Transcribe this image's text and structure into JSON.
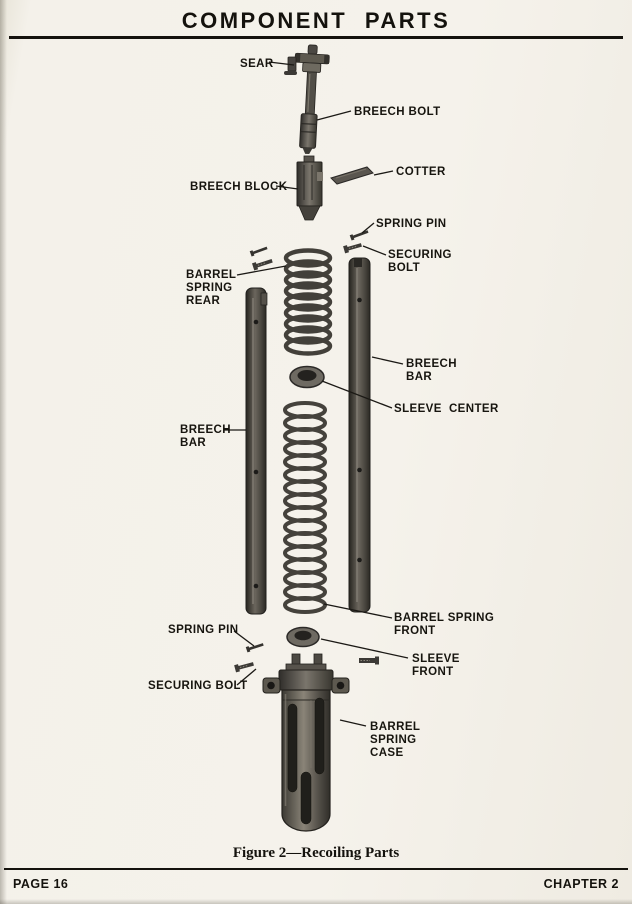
{
  "colors": {
    "paper": "#f4f1ea",
    "ink": "#14120d",
    "metal_dark": "#2f2d2a",
    "metal_light": "#8a8478"
  },
  "header": {
    "title": "COMPONENT PARTS"
  },
  "figure": {
    "caption": "Figure 2—Recoiling Parts"
  },
  "footer": {
    "left": "PAGE 16",
    "right": "CHAPTER 2"
  },
  "labels": {
    "sear": "SEAR",
    "breech_bolt": "BREECH BOLT",
    "breech_block": "BREECH BLOCK",
    "cotter": "COTTER",
    "spring_pin_top": "SPRING PIN",
    "securing_bolt_top": [
      "SECURING",
      "BOLT"
    ],
    "barrel_spring_rear": [
      "BARREL",
      "SPRING",
      "REAR"
    ],
    "breech_bar_right": [
      "BREECH",
      "BAR"
    ],
    "sleeve_center": "SLEEVE  CENTER",
    "breech_bar_left": [
      "BREECH",
      "BAR"
    ],
    "barrel_spring_front": [
      "BARREL SPRING",
      "FRONT"
    ],
    "spring_pin_bottom": "SPRING PIN",
    "sleeve_front": [
      "SLEEVE",
      "FRONT"
    ],
    "securing_bolt_bottom": "SECURING BOLT",
    "barrel_spring_case": [
      "BARREL",
      "SPRING",
      "CASE"
    ]
  }
}
